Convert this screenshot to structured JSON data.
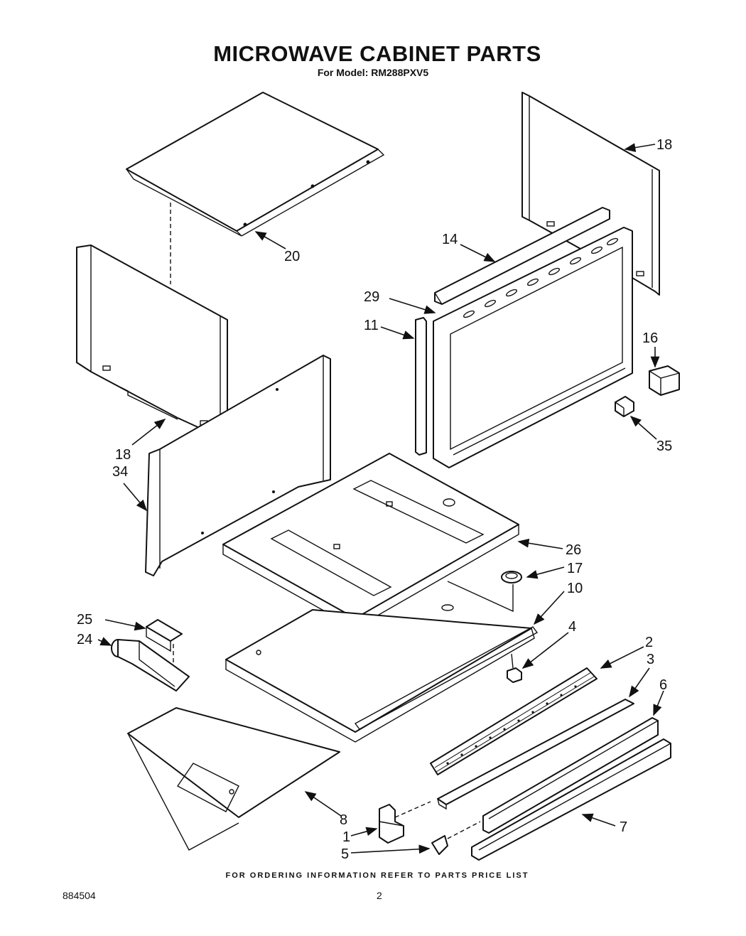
{
  "header": {
    "title": "MICROWAVE CABINET PARTS",
    "subtitle": "For Model: RM288PXV5"
  },
  "footer": {
    "note": "FOR ORDERING INFORMATION REFER TO PARTS PRICE LIST",
    "doc_number": "884504",
    "page_number": "2"
  },
  "callouts": [
    {
      "id": "c18a",
      "label": "18"
    },
    {
      "id": "c20",
      "label": "20"
    },
    {
      "id": "c14",
      "label": "14"
    },
    {
      "id": "c29",
      "label": "29"
    },
    {
      "id": "c11",
      "label": "11"
    },
    {
      "id": "c16",
      "label": "16"
    },
    {
      "id": "c35",
      "label": "35"
    },
    {
      "id": "c18b",
      "label": "18"
    },
    {
      "id": "c34",
      "label": "34"
    },
    {
      "id": "c26",
      "label": "26"
    },
    {
      "id": "c17",
      "label": "17"
    },
    {
      "id": "c10",
      "label": "10"
    },
    {
      "id": "c25",
      "label": "25"
    },
    {
      "id": "c24",
      "label": "24"
    },
    {
      "id": "c4",
      "label": "4"
    },
    {
      "id": "c2",
      "label": "2"
    },
    {
      "id": "c3",
      "label": "3"
    },
    {
      "id": "c6",
      "label": "6"
    },
    {
      "id": "c8",
      "label": "8"
    },
    {
      "id": "c7",
      "label": "7"
    },
    {
      "id": "c1",
      "label": "1"
    },
    {
      "id": "c5",
      "label": "5"
    }
  ]
}
